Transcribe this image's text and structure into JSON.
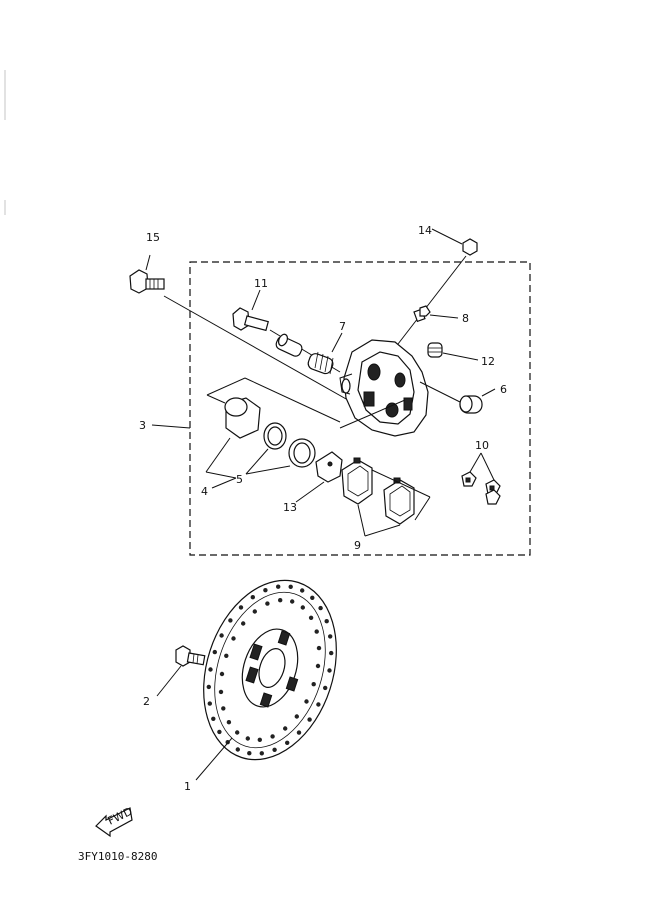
{
  "callouts": {
    "c1": "1",
    "c2": "2",
    "c3": "3",
    "c4": "4",
    "c5": "5",
    "c6": "6",
    "c7": "7",
    "c8": "8",
    "c9": "9",
    "c10": "10",
    "c11": "11",
    "c12": "12",
    "c13": "13",
    "c14": "14",
    "c15": "15"
  },
  "fwd_label": "FWD",
  "part_code": "3FY1010-8280"
}
